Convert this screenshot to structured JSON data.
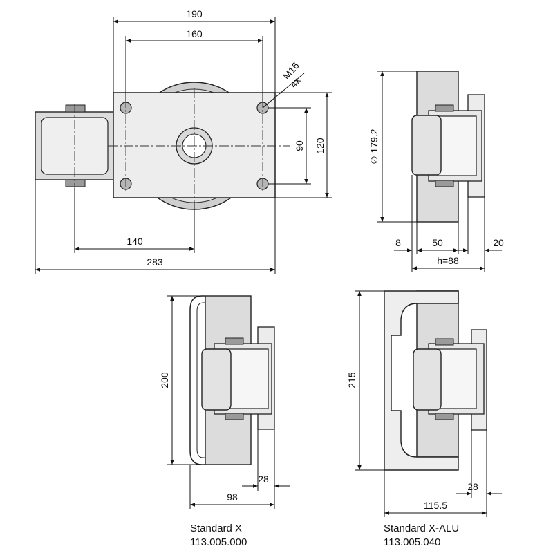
{
  "dimensions": {
    "top_width": "190",
    "bolt_spacing_width": "160",
    "bolt_label": "M16",
    "bolt_count": "4x",
    "bolt_spacing_height": "90",
    "plate_height": "120",
    "wheel_offset": "140",
    "overall_length": "283",
    "wheel_diameter": "∅ 179.2",
    "side_left": "8",
    "side_mid": "50",
    "side_right": "20",
    "height": "h=88",
    "x_height": "200",
    "x_offset": "28",
    "x_depth": "98",
    "alu_height": "215",
    "alu_offset": "28",
    "alu_depth": "115.5"
  },
  "variants": [
    {
      "name": "Standard X",
      "code": "113.005.000"
    },
    {
      "name": "Standard X-ALU",
      "code": "113.005.040"
    }
  ]
}
